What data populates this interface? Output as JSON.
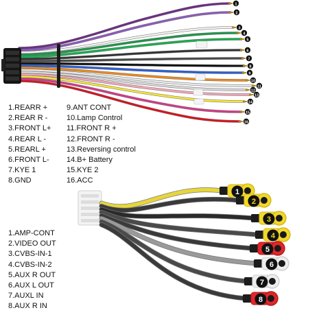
{
  "harness_top": {
    "legend_left": [
      "1.REARR +",
      "2.REAR R -",
      "3.FRONT L+",
      "4.REAR L -",
      "5.REARL +",
      "6.FRONT L-",
      "7.KYE 1",
      "8.GND"
    ],
    "legend_right": [
      "9.ANT CONT",
      "10.Lamp Control",
      "11.FRONT R +",
      "12.FRONT R -",
      "13.Reversing control",
      "14.B+ Battery",
      "15.KYE 2",
      "16.ACC"
    ],
    "wires": [
      {
        "label": "1",
        "color": "#6e2c8a"
      },
      {
        "label": "2",
        "color": "#8e5bc0"
      },
      {
        "label": "3",
        "color": "#f2f2f2"
      },
      {
        "label": "4",
        "color": "#1a9a4a"
      },
      {
        "label": "5",
        "color": "#18b04e"
      },
      {
        "label": "6",
        "color": "#333333"
      },
      {
        "label": "7",
        "color": "#4a4a4a"
      },
      {
        "label": "8",
        "color": "#111111"
      },
      {
        "label": "9",
        "color": "#2a5fd6"
      },
      {
        "label": "10",
        "color": "#f08a1c"
      },
      {
        "label": "11",
        "color": "#e8e8e8"
      },
      {
        "label": "12",
        "color": "#d9d9d9"
      },
      {
        "label": "13",
        "color": "#f4a6b8"
      },
      {
        "label": "14",
        "color": "#f5e63c"
      },
      {
        "label": "15",
        "color": "#d63a8a"
      },
      {
        "label": "16",
        "color": "#d9141f"
      }
    ]
  },
  "harness_bottom": {
    "legend": [
      "1.AMP-CONT",
      "2.VIDEO OUT",
      "3.CVBS-IN-1",
      "4.CVBS-IN-2",
      "5.AUX R OUT",
      "6.AUX L OUT",
      "7.AUXL IN",
      "8.AUX R IN"
    ],
    "plugs": [
      {
        "label": "1",
        "color": "#f2d82a"
      },
      {
        "label": "2",
        "color": "#f2d82a"
      },
      {
        "label": "3",
        "color": "#f2d82a"
      },
      {
        "label": "4",
        "color": "#f2d82a"
      },
      {
        "label": "5",
        "color": "#e2262a"
      },
      {
        "label": "6",
        "color": "#eeeeee"
      },
      {
        "label": "7",
        "color": "#eeeeee"
      },
      {
        "label": "8",
        "color": "#e2262a"
      }
    ],
    "badge_colors": {
      "dark": "#111111",
      "red": "#e0201f",
      "yellow": "#f5d21a"
    }
  }
}
